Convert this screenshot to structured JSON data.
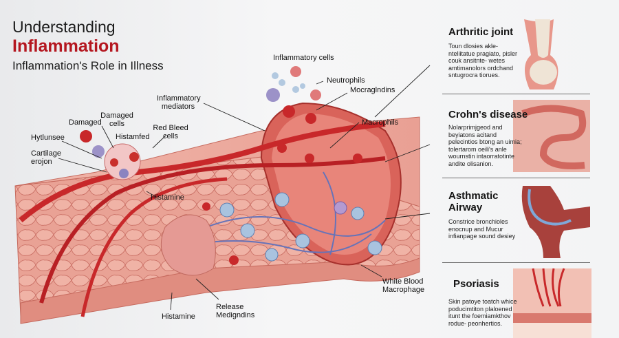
{
  "header": {
    "title_line1": "Understanding",
    "title_line2": "Inflammation",
    "subtitle": "Inflammation's Role in Illness"
  },
  "diagram_labels": {
    "inflammatory_cells": "Inflammatory cells",
    "neutrophils": "Neutrophils",
    "mocraglndins": "Mocraglndins",
    "macrophils": "Macrophils",
    "inflammatory_mediators": "Inflammatory mediators",
    "damaged": "Damaged",
    "damaged_cells": "Damaged cells",
    "red_bleed_cells": "Red Bleed cells",
    "histamfed": "Histamfed",
    "hytlunsee": "Hytlunsee",
    "cartilage_erosion": "Cartilage erojon",
    "histamine_top": "Histamine",
    "histamine_bottom": "Histamine",
    "release_medigndins": "Release Medigndins",
    "white_blood_macrophage": "White Blood Macrophage"
  },
  "panels": [
    {
      "title": "Arthritic joint",
      "body": "Toun dlosies akle- nteliitatue pragiato, pisler couk ansitnte- wetes amtimanolors ordchand sntugrocra tiorues."
    },
    {
      "title": "Crohn's disease",
      "body": "Nolarprimjgeod and beyiatons acitand pelecintios btong an uimia; tolertarom oeili's anle wournstin intaorratotinte andite olisanion."
    },
    {
      "title": "Asthmatic Airway",
      "body": "Constrice bronchioles enocnup and Mucur infianpage sound desiey"
    },
    {
      "title": "Psoriasis",
      "body": "Skin patoye toatch whice poducimtiton plaloened itunt the foemiamkthov rodue- peonhertios."
    }
  ],
  "colors": {
    "accent_red": "#b4161f",
    "tissue": "#e79a8f",
    "vessel": "#c8282a",
    "cell_blue": "#9bbbd8"
  }
}
